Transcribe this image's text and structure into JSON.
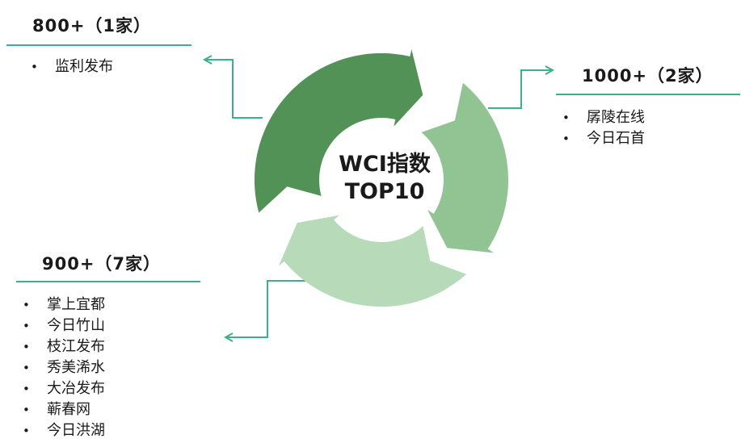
{
  "center": {
    "line1": "WCI指数",
    "line2": "TOP10"
  },
  "groups": [
    {
      "title": "800+（1家）",
      "items": [
        "监利发布"
      ]
    },
    {
      "title": "1000+（2家）",
      "items": [
        "孱陵在线",
        "今日石首"
      ]
    },
    {
      "title": "900+（7家）",
      "items": [
        "掌上宜都",
        "今日竹山",
        "枝江发布",
        "秀美浠水",
        "大冶发布",
        "蕲春网",
        "今日洪湖"
      ]
    }
  ],
  "colors": {
    "dark_green": "#539256",
    "mid_green": "#92c493",
    "light_green": "#b7dab8",
    "connector": "#3cb08a"
  }
}
